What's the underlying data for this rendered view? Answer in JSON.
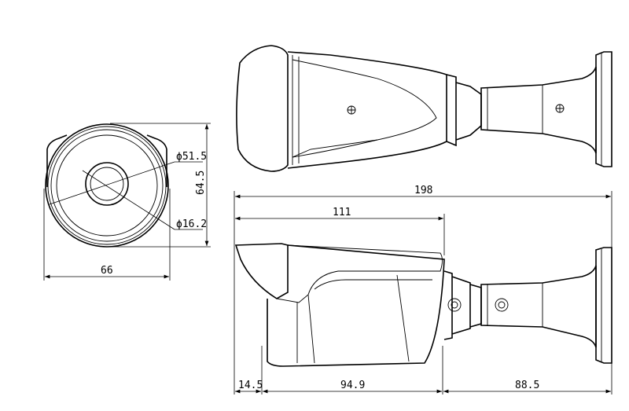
{
  "front_view": {
    "outer_diameter_label": "ϕ51.5",
    "lens_diameter_label": "ϕ16.2",
    "height_label": "64.5",
    "width_label": "66"
  },
  "side_view": {
    "total_length_label": "198",
    "housing_length_label": "111",
    "hood_overhang_label": "14.5",
    "body_length_label": "94.9",
    "mount_length_label": "88.5"
  },
  "colors": {
    "line": "#000000",
    "background": "#ffffff"
  }
}
